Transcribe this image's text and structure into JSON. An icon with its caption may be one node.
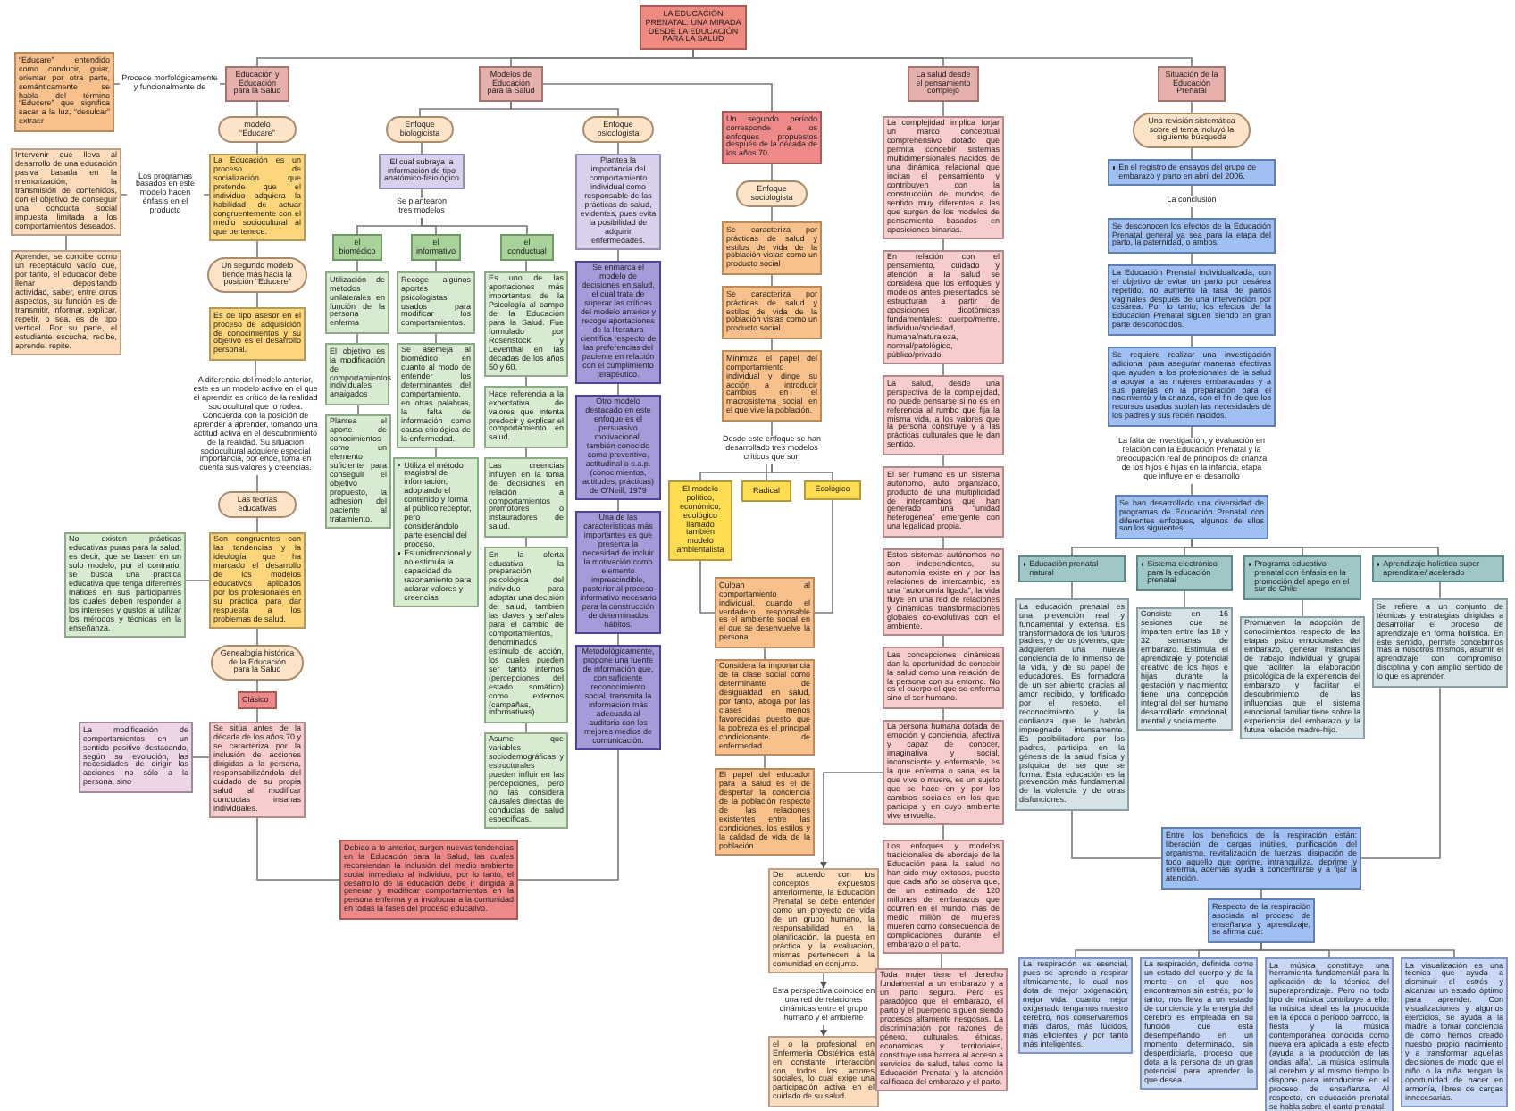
{
  "diagram": {
    "nodes": [
      {
        "text": [
          "LA EDUCACIÓN PRENATAL: UNA MIRADA DESDE LA EDUCACIÓN PARA LA SALUD"
        ]
      },
      {
        "text": [
          "Educación y Educación para la Salud"
        ]
      },
      {
        "text": [
          "“Educare” entendido como conducir, guiar, orientar por otra parte, semánticamente se habla del término “Educere” que significa sacar a la luz, “desulcar” extraer"
        ]
      },
      {
        "text": [
          "modelo “Educare”"
        ]
      },
      {
        "text": [
          "La Educación es un proceso de socialización que pretende que el individuo adquiera la habilidad de actuar congruentemente con el medio sociocultural al que pertenece."
        ]
      },
      {
        "text": [
          "Intervenir que lleva al desarrollo de una educación pasiva basada en la memorización, la transmisión de contenidos, con el objetivo de conseguir una conducta social impuesta limitada a los comportamientos deseados."
        ]
      },
      {
        "text": [
          "Aprender, se concibe como un receptáculo vacío que, por tanto, el educador debe llenar depositando actividad, saber, entre otros aspectos, su función es de transmitir, informar, explicar, repetir, o sea, es de tipo vertical. Por su parte, el estudiante escucha, recibe, aprende, repite."
        ]
      },
      {
        "text": [
          "Un segundo modelo tiende más hacia la posición “Educere”"
        ]
      },
      {
        "text": [
          "Es de tipo asesor en el proceso de adquisición de conocimientos y su objetivo es el desarrollo personal."
        ]
      },
      {
        "text": [
          "A diferencia del modelo anterior, este es un modelo activo en el que el aprendiz es crítico de la realidad sociocultural que lo rodea. Concuerda con la posición de aprender a aprender, tomando una actitud activa en el descubrimiento de la realidad. Su situación sociocultural adquiere especial importancia, por ende, toma en cuenta sus valores y creencias."
        ]
      },
      {
        "text": [
          "Las teorías educativas"
        ]
      },
      {
        "text": [
          "Son congruentes con las tendencias y la ideología que ha marcado el desarrollo de los modelos educativos aplicados por los profesionales en su práctica para dar respuesta a los problemas de salud."
        ]
      },
      {
        "text": [
          "No existen prácticas educativas puras para la salud, es decir, que se basen en un solo modelo, por el contrario, se busca una práctica educativa que tenga diferentes matices en sus participantes los cuales deben responder a los intereses y gustos al utilizar los métodos y técnicas en la enseñanza."
        ]
      },
      {
        "text": [
          "Genealogía histórica de la Educación para la Salud"
        ]
      },
      {
        "text": [
          "Clásico"
        ]
      },
      {
        "text": [
          "Se sitúa antes de la década de los años 70 y se caracteriza por la inclusión de acciones dirigidas a la persona, responsabilizándola del cuidado de su propia salud al modificar conductas insanas individuales."
        ]
      },
      {
        "text": [
          "La modificación de comportamientos en un sentido positivo destacando, según su evolución, las necesidades de dirigir las acciones no sólo a la persona, sino"
        ]
      },
      {
        "text": [
          "Debido a lo anterior, surgen nuevas tendencias en la Educación para la Salud, las cuales recomiendan la inclusión del medio ambiente social inmediato al individuo, por lo tanto, el desarrollo de la educación debe ir dirigida a generar y modificar comportamientos en la persona enferma y a involucrar a la comunidad en todas la fases del proceso educativo."
        ]
      },
      {
        "text": [
          "Modelos de Educación para la Salud"
        ]
      },
      {
        "text": [
          "Enfoque biologicista"
        ]
      },
      {
        "text": [
          "El cual subraya la información de tipo anatómico-fisiológico"
        ]
      },
      {
        "text": [
          "Se plantearon tres modelos"
        ]
      },
      {
        "text": [
          "el biomédico"
        ]
      },
      {
        "text": [
          "el informativo"
        ]
      },
      {
        "text": [
          "el conductual"
        ]
      },
      {
        "text": [
          "Utilización de métodos unilaterales en función de la persona enferma"
        ]
      },
      {
        "text": [
          "El objetivo es la modificación de comportamientos individuales arraigados"
        ]
      },
      {
        "text": [
          "Plantea el aporte de conocimientos como un elemento suficiente para conseguir el objetivo propuesto, la adhesión del paciente al tratamiento."
        ]
      },
      {
        "text": [
          "Recoge algunos aportes psicologistas usados para modificar los comportamientos."
        ]
      },
      {
        "text": [
          "Se asemeja al biomédico en cuanto al modo de entender los determinantes del comportamiento, en otras palabras, la falta de información como causa etiológica de la enfermedad."
        ]
      },
      {
        "text": [
          "Utiliza el método magistral de información, adoptando el contenido y forma al público receptor, pero considerándolo parte esencial del proceso.",
          "Es unidireccional y no estimula la capacidad de razonamiento para aclarar valores y creencias"
        ]
      },
      {
        "text": [
          "Es uno de las aportaciones más importantes de la Psicología al campo de la Educación para la Salud. Fue formulado por Rosenstock y Leventhal en las décadas de los años 50 y 60."
        ]
      },
      {
        "text": [
          "Hace referencia a la expectativa de valores que intenta predecir y explicar el comportamiento en salud."
        ]
      },
      {
        "text": [
          "Las creencias influyen en la toma de decisiones en relación a comportamientos promotores o instauradores de salud."
        ]
      },
      {
        "text": [
          "En la oferta educativa la preparación psicológica del individuo para adoptar una decisión de salud, también las claves y señales para el cambio de comportamientos, denominados estímulo de acción, los cuales pueden ser tanto internos (percepciones del estado somático) como externos (campañas, informativas)."
        ]
      },
      {
        "text": [
          "Asume que variables sociodemográficas y estructurales pueden influir en las percepciones, pero no las considera causales directas de conductas de salud específicas."
        ]
      },
      {
        "text": [
          "Enfoque psicologista"
        ]
      },
      {
        "text": [
          "Plantea la importancia del comportamiento individual como responsable de las prácticas de salud, evidentes, pues evita la posibilidad de adquirir enfermedades."
        ]
      },
      {
        "text": [
          "Se enmarca el modelo de decisiones en salud, el cual trata de superar las críticas del modelo anterior y recoge aportaciones de la literatura científica respecto de las preferencias del paciente en relación con el cumplimiento terapéutico."
        ]
      },
      {
        "text": [
          "Otro modelo destacado en este enfoque es el persuasivo motivacional, también conocido como preventivo, actitudinal o c.a.p. (conocimientos, actitudes, prácticas) de O'Neill, 1979"
        ]
      },
      {
        "text": [
          "Una de las características más importantes es que presenta la necesidad de incluir la motivación como elemento imprescindible, posterior al proceso informativo necesario para la construcción de determinados hábitos."
        ]
      },
      {
        "text": [
          "Metodológicamente, propone una fuente de información que, con suficiente reconocimiento social, transmita la información más adecuada al auditorio con los mejores medios de comunicación."
        ]
      },
      {
        "text": [
          "Un segundo período corresponde a los enfoques propuestos después de la década de los años 70."
        ]
      },
      {
        "text": [
          "Enfoque sociologista"
        ]
      },
      {
        "text": [
          "Se caracteriza por prácticas de salud y estilos de vida de la población vistas como un producto social"
        ]
      },
      {
        "text": [
          "Se caracteriza por prácticas de salud y estilos de vida de la población vistas como un producto social"
        ]
      },
      {
        "text": [
          "Minimiza el papel del comportamiento individual y dirige su acción a introducir cambios en el macrosistema social en el que vive la población."
        ]
      },
      {
        "text": [
          "Desde este enfoque se han desarrollado tres modelos críticos que son"
        ]
      },
      {
        "text": [
          "El modelo político, económico, ecológico llamado también modelo ambientalista"
        ]
      },
      {
        "text": [
          "Radical"
        ]
      },
      {
        "text": [
          "Ecológico"
        ]
      },
      {
        "text": [
          "Culpan al comportamiento individual, cuando el verdadero responsable es el ambiente social en el que se desenvuelve la persona."
        ]
      },
      {
        "text": [
          "Considera la importancia de la clase social como determinante de desigualdad en salud, por tanto, aboga por las clases menos favorecidas puesto que la pobreza es el principal condicionante de enfermedad."
        ]
      },
      {
        "text": [
          "El papel del educador para la salud es el de despertar la conciencia de la población respecto de las relaciones existentes entre las condiciones, los estilos y la calidad de vida de la población."
        ]
      },
      {
        "text": [
          "La salud desde el pensamiento complejo"
        ]
      },
      {
        "text": [
          "La complejidad implica forjar un marco conceptual comprehensivo dotado que permita concebir sistemas multidimensionales nacidos de una dinámica relacional que incitan el pensamiento y contribuyen con la construcción de mundos de sentido muy diferentes a las que surgen de los modelos de pensamiento basados en oposiciones binarias."
        ]
      },
      {
        "text": [
          "En relación con el pensamiento, cuidado y atención a la salud se considera que los enfoques y modelos antes presentados se estructuran a partir de oposiciones dicotómicas fundamentales: cuerpo/mente, individuo/sociedad, humana/naturaleza, normal/patológico, público/privado."
        ]
      },
      {
        "text": [
          "La salud, desde una perspectiva de la complejidad, no puede pensarse si no es en referencia al rumbo que fija la misma vida, a los valores que la persona construye y a las prácticas culturales que le dan sentido."
        ]
      },
      {
        "text": [
          "El ser humano es un sistema autónomo, auto organizado, producto de una multiplicidad de intercambios que han generado una “unidad heterogénea” emergente con una legalidad propia."
        ]
      },
      {
        "text": [
          "Estos sistemas autónomos no son independientes, su autonomía existe en y por las relaciones de intercambio, es una “autonomía ligada”, la vida fluye en una red de relaciones y dinámicas transformaciones globales co-evolutivas con el ambiente."
        ]
      },
      {
        "text": [
          "Las concepciones dinámicas dan la oportunidad de concebir la salud como una relación de la persona con su entorno. No es el cuerpo el que se enferma sino el ser humano."
        ]
      },
      {
        "text": [
          "La persona humana dotada de emoción y conciencia, afectiva y capaz de conocer, imaginativa y social, inconsciente y enfermable, es la que enferma o sana, es la que vive o muere, es un sujeto que se hace en y por los cambios sociales en los que participa y en cuyo ambiente vive envuelta."
        ]
      },
      {
        "text": [
          "De acuerdo con los conceptos expuestos anteriormente, la Educación Prenatal se debe entender como un proyecto de vida de un grupo humano, la responsabilidad en la planificación, la puesta en práctica y la evaluación, mismas pertenecen a la comunidad en conjunto."
        ]
      },
      {
        "text": [
          "Esta perspectiva coincide en una red de relaciones dinámicas entre el grupo humano y el ambiente"
        ]
      },
      {
        "text": [
          "el o la profesional en Enfermería Obstétrica está en constante interacción con todos los actores sociales, lo cual exige una participación activa en el cuidado de su salud."
        ]
      },
      {
        "text": [
          "Los enfoques y modelos tradicionales de abordaje de la Educación para la salud no han sido muy exitosos, puesto que cada año se observa que, de un estimado de 120 millones de embarazos que ocurren en el mundo, más de medio millón de mujeres mueren como consecuencia de complicaciones durante el embarazo o el parto."
        ]
      },
      {
        "text": [
          "Toda mujer tiene el derecho fundamental a un embarazo y a un parto seguro. Pero es paradójico que el embarazo, el parto y el puerperio siguen siendo procesos altamente riesgosos. La discriminación por razones de género, culturales, étnicas, económicas y territoriales, constituye una barrera al acceso a servicios de salud, tales como la Educación Prenatal y la atención calificada del embarazo y el parto."
        ]
      },
      {
        "text": [
          "Situación de la Educación Prenatal"
        ]
      },
      {
        "text": [
          "Una revisión sistemática sobre el tema incluyó la siguiente búsqueda"
        ]
      },
      {
        "text": [
          "En el registro de ensayos del grupo de embarazo y parto en abril del 2006."
        ]
      },
      {
        "text": [
          "La conclusión"
        ]
      },
      {
        "text": [
          "Se desconocen los efectos de la Educación Prenatal general ya sea para la etapa del parto, la paternidad, o ambos."
        ]
      },
      {
        "text": [
          "La Educación Prenatal individualizada, con el objetivo de evitar un parto por cesárea repetido, no aumentó la tasa de partos vaginales después de una intervención por cesárea. Por lo tanto, los efectos de la Educación Prenatal siguen siendo en gran parte desconocidos."
        ]
      },
      {
        "text": [
          "Se requiere realizar una investigación adicional para asegurar maneras efectivas que ayuden a los profesionales de la salud a apoyar a las mujeres embarazadas y a sus parejas en la preparación para el nacimiento y la crianza, con el fin de que los recursos usados suplan las necesidades de los padres y sus recién nacidos."
        ]
      },
      {
        "text": [
          "La falta de investigación, y evaluación en relación con la Educación Prenatal y la preocupación real de principios de crianza de los hijos e hijas en la infancia, etapa que influye en el desarrollo"
        ]
      },
      {
        "text": [
          "Se han desarrollado una diversidad de programas de Educación Prenatal con diferentes enfoques, algunos de ellos son los siguientes:"
        ]
      },
      {
        "text": [
          "Educación prenatal natural"
        ]
      },
      {
        "text": [
          "Sistema electrónico para la educación prenatal"
        ]
      },
      {
        "text": [
          "Programa educativo prenatal con énfasis en la promoción del apego en el sur de Chile"
        ]
      },
      {
        "text": [
          "Aprendizaje holístico super aprendizaje/ acelerado"
        ]
      },
      {
        "text": [
          "La educación prenatal es una prevención real y fundamental y extensa. Es transformadora de los futuros padres, y de los jóvenes, que adquieren una nueva conciencia de lo inmenso de la vida, y de su papel de educadores. Es formadora de un ser abierto gracias al amor recibido, y fortificado por el respeto, el reconocimiento y la confianza que le habrán impregnado intensamente. Es posibilitadora por los padres, participa en la génesis de la salud física y psíquica del ser que se forma. Esta educación es la prevención más fundamental de la violencia y de otras disfunciones."
        ]
      },
      {
        "text": [
          "Consiste en 16 sesiones que se imparten entre las 18 y 32 semanas de embarazo. Estimula el aprendizaje y potencial creativo de los hijos e hijas durante la gestación y nacimiento; tiene una concepción integral del ser humano desarrollado emocional, mental y socialmente."
        ]
      },
      {
        "text": [
          "Promueven la adopción de conocimientos respecto de las etapas psico emocionales del embarazo, generar instancias de trabajo individual y grupal que faciliten la elaboración psicológica de la experiencia del embarazo y facilitar el descubrimiento de las influencias que el sistema emocional familiar tiene sobre la experiencia del embarazo y la futura relación madre-hijo."
        ]
      },
      {
        "text": [
          "Se refiere a un conjunto de técnicas y estrategias dirigidas a desarrollar el proceso de aprendizaje en forma holística. En este sentido, permite concebirnos más a nosotros mismos, asumir el aprendizaje con compromiso, disciplina y con amplio sentido de lo que es aprender."
        ]
      },
      {
        "text": [
          "Entre los beneficios de la respiración están: liberación de cargas inútiles, purificación del organismo, revitalización de fuerzas, disipación de todo aquello que oprime, intranquiliza, deprime y enferma, además ayuda a concentrarse y a fijar la atención."
        ]
      },
      {
        "text": [
          "Respecto de la respiración asociada al proceso de enseñanza y aprendizaje, se afirma que:"
        ]
      },
      {
        "text": [
          "La respiración es esencial, pues se aprende a respirar rítmicamente, lo cual nos dota de mejor oxigenación, mejor vida, cuanto mejor oxigenado tengamos nuestro cerebro, nos conservaremos más claros, más lúcidos, más eficientes y por tanto más inteligentes."
        ]
      },
      {
        "text": [
          "La respiración, definida como un estado del cuerpo y de la mente en el que nos encontramos sin estrés, por lo tanto, nos lleva a un estado de conciencia y la energía del cerebro es empleada en su función que está desempeñando en un momento determinado, sin desperdiciarla, proceso que dota a la persona de un gran potencial para aprender lo que desea."
        ]
      },
      {
        "text": [
          "La música constituye una herramienta fundamental para la aplicación de la técnica del superaprendizaje. Pero no todo tipo de música contribuye a ello: la música ideal es la producida en la época o período barroco, la fiesta y la música contemporánea conocida como nueva era aplicada a este efecto (ayuda a la producción de las ondas alfa). La música estimula al cerebro y al mismo tiempo lo dispone para introducirse en el proceso de enseñanza. Al respecto, en educación prenatal se habla sobre el canto prenatal."
        ]
      },
      {
        "text": [
          "La visualización es una técnica que ayuda a disminuir el estrés y alcanzar un estado óptimo para aprender. Con visualizaciones y algunos ejercicios, se ayuda a la madre a tomar conciencia de cómo hemos creado nuestro propio nacimiento y a transformar aquellas decisiones de modo que el niño o la niña tengan la oportunidad de nacer en armonía, libres de cargas innecesarias."
        ]
      }
    ],
    "edges": [
      {
        "from": 0,
        "to": 1,
        "arrow": "none"
      },
      {
        "from": 0,
        "to": 18,
        "arrow": "none"
      },
      {
        "from": 0,
        "to": 54,
        "arrow": "none"
      },
      {
        "from": 0,
        "to": 67,
        "arrow": "none"
      },
      {
        "from": 1,
        "to": 2,
        "label": "Procede morfológicamente y funcionalmente de",
        "arrow": "none"
      },
      {
        "from": 1,
        "to": 3,
        "arrow": "none"
      },
      {
        "from": 3,
        "to": 4,
        "arrow": "none"
      },
      {
        "from": 4,
        "to": 5,
        "label": "Los programas basados en este modelo hacen énfasis en el producto",
        "arrow": "none"
      },
      {
        "from": 5,
        "to": 6,
        "arrow": "none"
      },
      {
        "from": 4,
        "to": 7,
        "arrow": "none"
      },
      {
        "from": 7,
        "to": 8,
        "arrow": "none"
      },
      {
        "from": 8,
        "to": 9,
        "arrow": "none"
      },
      {
        "from": 9,
        "to": 10,
        "arrow": "none"
      },
      {
        "from": 10,
        "to": 11,
        "arrow": "none"
      },
      {
        "from": 11,
        "to": 12,
        "arrow": "none"
      },
      {
        "from": 11,
        "to": 13,
        "arrow": "none"
      },
      {
        "from": 13,
        "to": 14,
        "arrow": "none"
      },
      {
        "from": 14,
        "to": 15,
        "arrow": "none"
      },
      {
        "from": 15,
        "to": 16,
        "arrow": "none"
      },
      {
        "from": 15,
        "to": 17,
        "arrow": "none"
      },
      {
        "from": 18,
        "to": 19,
        "arrow": "none"
      },
      {
        "from": 18,
        "to": 36,
        "arrow": "none"
      },
      {
        "from": 18,
        "to": 42,
        "arrow": "none"
      },
      {
        "from": 19,
        "to": 20,
        "arrow": "none"
      },
      {
        "from": 20,
        "to": 21,
        "arrow": "none"
      },
      {
        "from": 21,
        "to": 22,
        "arrow": "none"
      },
      {
        "from": 21,
        "to": 23,
        "arrow": "none"
      },
      {
        "from": 21,
        "to": 24,
        "arrow": "none"
      },
      {
        "from": 22,
        "to": 25,
        "arrow": "none"
      },
      {
        "from": 25,
        "to": 26,
        "arrow": "none"
      },
      {
        "from": 26,
        "to": 27,
        "arrow": "none"
      },
      {
        "from": 23,
        "to": 28,
        "arrow": "none"
      },
      {
        "from": 28,
        "to": 29,
        "arrow": "none"
      },
      {
        "from": 29,
        "to": 30,
        "arrow": "none"
      },
      {
        "from": 24,
        "to": 31,
        "arrow": "none"
      },
      {
        "from": 31,
        "to": 32,
        "arrow": "none"
      },
      {
        "from": 32,
        "to": 33,
        "arrow": "none"
      },
      {
        "from": 33,
        "to": 34,
        "arrow": "none"
      },
      {
        "from": 34,
        "to": 35,
        "arrow": "none"
      },
      {
        "from": 36,
        "to": 37,
        "arrow": "none"
      },
      {
        "from": 37,
        "to": 38,
        "arrow": "none"
      },
      {
        "from": 38,
        "to": 39,
        "arrow": "none"
      },
      {
        "from": 39,
        "to": 40,
        "arrow": "none"
      },
      {
        "from": 40,
        "to": 41,
        "arrow": "none"
      },
      {
        "from": 41,
        "to": 17,
        "arrow": "none"
      },
      {
        "from": 42,
        "to": 43,
        "arrow": "none"
      },
      {
        "from": 43,
        "to": 44,
        "arrow": "none"
      },
      {
        "from": 44,
        "to": 45,
        "arrow": "none"
      },
      {
        "from": 45,
        "to": 46,
        "arrow": "none"
      },
      {
        "from": 46,
        "to": 47,
        "arrow": "none"
      },
      {
        "from": 47,
        "to": 48,
        "arrow": "none"
      },
      {
        "from": 47,
        "to": 49,
        "arrow": "none"
      },
      {
        "from": 47,
        "to": 50,
        "arrow": "none"
      },
      {
        "from": 48,
        "to": 51,
        "arrow": "none"
      },
      {
        "from": 50,
        "to": 51,
        "arrow": "none"
      },
      {
        "from": 51,
        "to": 52,
        "arrow": "none"
      },
      {
        "from": 52,
        "to": 53,
        "arrow": "none"
      },
      {
        "from": 54,
        "to": 55,
        "arrow": "none"
      },
      {
        "from": 55,
        "to": 56,
        "arrow": "none"
      },
      {
        "from": 56,
        "to": 57,
        "arrow": "none"
      },
      {
        "from": 57,
        "to": 58,
        "arrow": "none"
      },
      {
        "from": 58,
        "to": 59,
        "arrow": "none"
      },
      {
        "from": 59,
        "to": 60,
        "arrow": "none"
      },
      {
        "from": 60,
        "to": 61,
        "arrow": "none"
      },
      {
        "from": 61,
        "to": 62,
        "arrow": "to"
      },
      {
        "from": 62,
        "to": 63,
        "arrow": "to"
      },
      {
        "from": 63,
        "to": 64,
        "arrow": "to"
      },
      {
        "from": 61,
        "to": 65,
        "arrow": "none"
      },
      {
        "from": 65,
        "to": 66,
        "arrow": "none"
      },
      {
        "from": 67,
        "to": 68,
        "arrow": "none"
      },
      {
        "from": 68,
        "to": 69,
        "arrow": "none"
      },
      {
        "from": 69,
        "to": 70,
        "arrow": "none"
      },
      {
        "from": 70,
        "to": 71,
        "arrow": "none"
      },
      {
        "from": 71,
        "to": 72,
        "arrow": "none"
      },
      {
        "from": 72,
        "to": 73,
        "arrow": "none"
      },
      {
        "from": 73,
        "to": 74,
        "arrow": "none"
      },
      {
        "from": 74,
        "to": 75,
        "arrow": "none"
      },
      {
        "from": 75,
        "to": 76,
        "arrow": "none"
      },
      {
        "from": 75,
        "to": 77,
        "arrow": "none"
      },
      {
        "from": 75,
        "to": 78,
        "arrow": "none"
      },
      {
        "from": 75,
        "to": 79,
        "arrow": "none"
      },
      {
        "from": 76,
        "to": 80,
        "arrow": "none"
      },
      {
        "from": 77,
        "to": 81,
        "arrow": "none"
      },
      {
        "from": 78,
        "to": 82,
        "arrow": "none"
      },
      {
        "from": 79,
        "to": 83,
        "arrow": "none"
      },
      {
        "from": 80,
        "to": 84,
        "arrow": "none"
      },
      {
        "from": 83,
        "to": 84,
        "arrow": "none"
      },
      {
        "from": 84,
        "to": 85,
        "arrow": "none"
      },
      {
        "from": 85,
        "to": 86,
        "arrow": "none"
      },
      {
        "from": 85,
        "to": 87,
        "arrow": "none"
      },
      {
        "from": 85,
        "to": 88,
        "arrow": "none"
      },
      {
        "from": 85,
        "to": 89,
        "arrow": "none"
      }
    ]
  }
}
